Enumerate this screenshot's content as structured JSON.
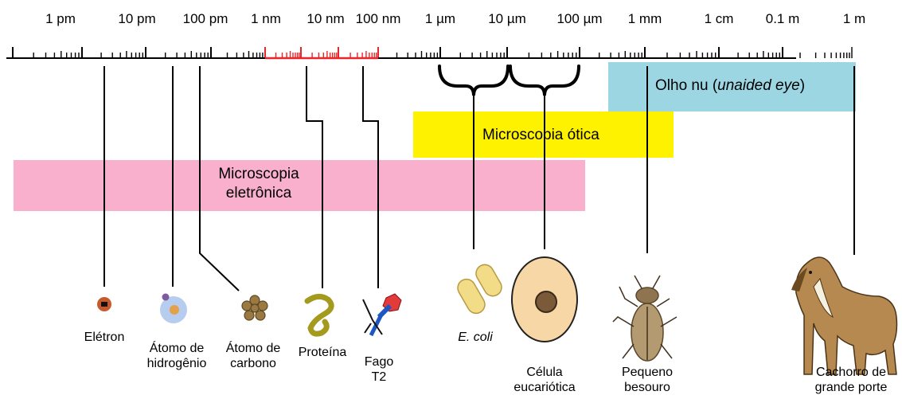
{
  "scale": {
    "labels": [
      "1 pm",
      "10 pm",
      "100 pm",
      "1 nm",
      "10 nm",
      "100 nm",
      "1 µm",
      "10 µm",
      "100 µm",
      "1 mm",
      "1 cm",
      "0.1 m",
      "1 m"
    ]
  },
  "bands": {
    "electron": {
      "line1": "Microscopia",
      "line2": "eletrônica",
      "color": "#f9b0cc"
    },
    "optical": {
      "label": "Microscopia ótica",
      "color": "#fff200"
    },
    "eye": {
      "prefix": "Olho nu (",
      "italic": "unaided eye",
      "suffix": ")",
      "color": "#9dd6e3"
    }
  },
  "highlight_color": "#e8262a",
  "objects": {
    "eletron": {
      "label": "Elétron",
      "icon": "electron-icon"
    },
    "hidrogenio": {
      "line1": "Átomo de",
      "line2": "hidrogênio",
      "icon": "hydrogen-atom-icon"
    },
    "carbono": {
      "line1": "Átomo de",
      "line2": "carbono",
      "icon": "carbon-atom-icon"
    },
    "proteina": {
      "label": "Proteína",
      "icon": "protein-icon"
    },
    "fago": {
      "line1": "Fago",
      "line2": "T2",
      "icon": "phage-icon"
    },
    "ecoli": {
      "label": "E. coli",
      "icon": "ecoli-icon"
    },
    "celula": {
      "line1": "Célula",
      "line2": "eucariótica",
      "icon": "cell-icon"
    },
    "besouro": {
      "line1": "Pequeno",
      "line2": "besouro",
      "icon": "beetle-icon"
    },
    "cachorro": {
      "line1": "Cachorro de",
      "line2": "grande porte",
      "icon": "dog-icon"
    }
  }
}
